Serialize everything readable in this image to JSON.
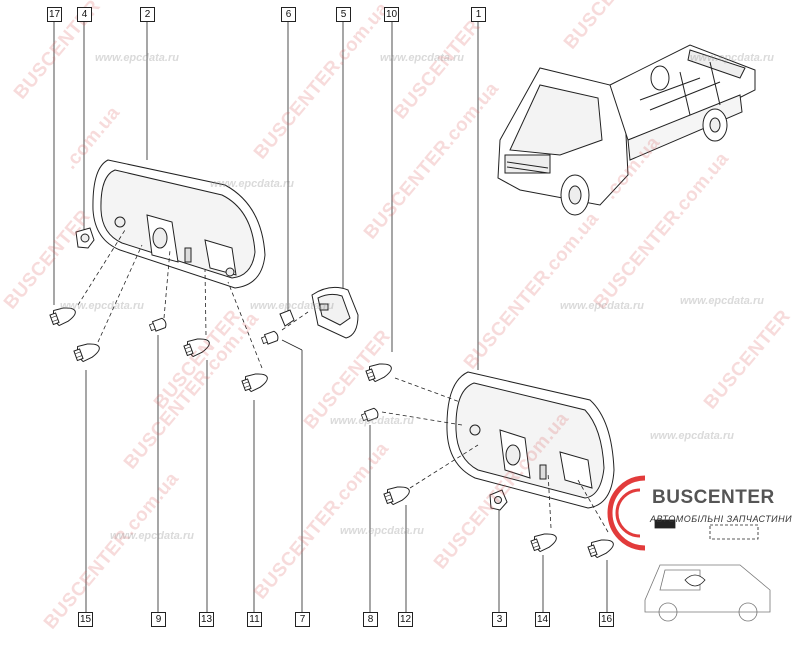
{
  "callouts_top": [
    "17",
    "4",
    "2",
    "6",
    "5",
    "10",
    "1"
  ],
  "callouts_bottom": [
    "15",
    "9",
    "13",
    "11",
    "7",
    "8",
    "12",
    "3",
    "14",
    "16"
  ],
  "watermarks": {
    "brand": "BUSCENTER",
    "brand_domain": "BUSCENTER.com.ua",
    "domain_suffix": ".com.ua",
    "epc": "www.epcdata.ru"
  },
  "logo": {
    "name": "BUSCENTER",
    "tagline": "АВТОМОБІЛЬНІ ЗАПЧАСТИНИ",
    "accent": "#e23b3b"
  },
  "colors": {
    "line": "#222222",
    "watermark_red": "#dc5a5a"
  }
}
